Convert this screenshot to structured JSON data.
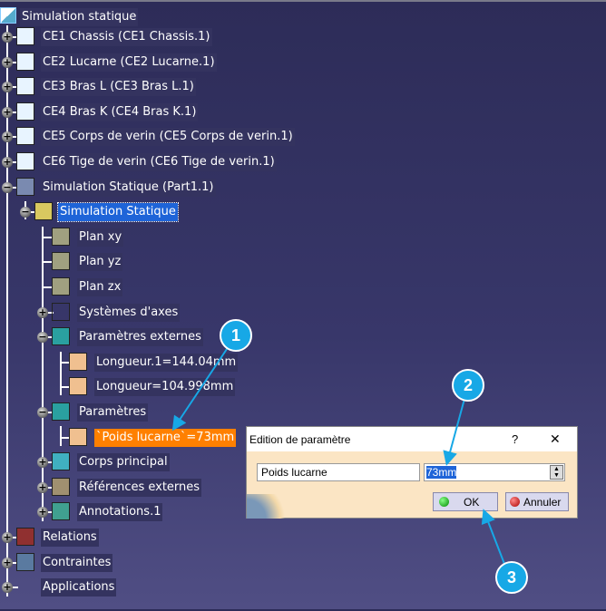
{
  "tree": {
    "root": "Simulation statique",
    "ce": [
      "CE1 Chassis (CE1 Chassis.1)",
      "CE2 Lucarne (CE2 Lucarne.1)",
      "CE3 Bras L (CE3 Bras L.1)",
      "CE4 Bras K (CE4 Bras K.1)",
      "CE5 Corps de verin (CE5 Corps de verin.1)",
      "CE6 Tige de verin (CE6 Tige de verin.1)"
    ],
    "part": "Simulation Statique (Part1.1)",
    "body": "Simulation Statique",
    "planes": [
      "Plan xy",
      "Plan yz",
      "Plan zx"
    ],
    "axes": "Systèmes d'axes",
    "ext_params": "Paramètres externes",
    "ext_items": [
      "Longueur.1=144.04mm",
      "Longueur=104.998mm"
    ],
    "params": "Paramètres",
    "param_item": "`Poids lucarne`=73mm",
    "corps": "Corps principal",
    "refs": "Références externes",
    "annot": "Annotations.1",
    "relations": "Relations",
    "contraintes": "Contraintes",
    "applications": "Applications"
  },
  "dialog": {
    "title": "Edition de paramètre",
    "help": "?",
    "close": "✕",
    "name": "Poids lucarne",
    "value": "73mm",
    "ok": "OK",
    "cancel": "Annuler"
  },
  "callouts": [
    "1",
    "2",
    "3"
  ],
  "colors": {
    "accent": "#17a8e6",
    "highlight": "#ff8000",
    "selection": "#1e64d8"
  }
}
